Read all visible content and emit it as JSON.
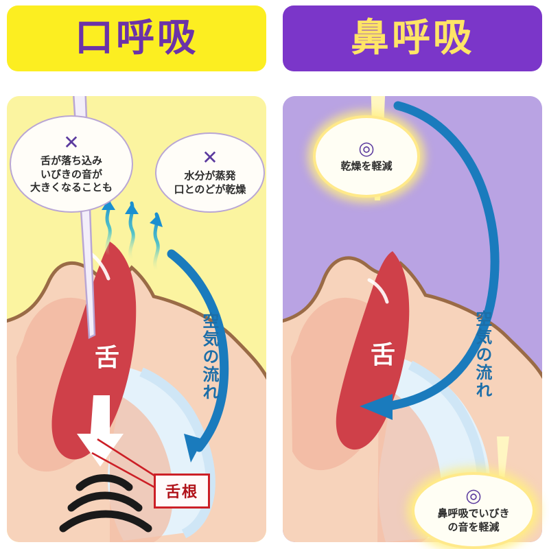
{
  "headers": {
    "left": {
      "title": "口呼吸",
      "bg": "#fcee21",
      "fg": "#6b32a8"
    },
    "right": {
      "title": "鼻呼吸",
      "bg": "#7b36c9",
      "fg": "#ffe566"
    }
  },
  "panels": {
    "left": {
      "bg": "#fbf4a0"
    },
    "right": {
      "bg": "#b9a3e3"
    }
  },
  "bubbles": [
    {
      "id": "tongue-drop",
      "mark": "✕",
      "mark_meaning": "bad",
      "text": "舌が落ち込み\nいびきの音が\n大きくなることも",
      "panel": "left"
    },
    {
      "id": "dry-mouth",
      "mark": "✕",
      "mark_meaning": "bad",
      "text": "水分が蒸発\n口とのどが乾燥",
      "panel": "left"
    },
    {
      "id": "less-dry",
      "mark": "◎",
      "mark_meaning": "good",
      "text": "乾燥を軽減",
      "panel": "right"
    },
    {
      "id": "less-snore",
      "mark": "◎",
      "mark_meaning": "good",
      "text": "鼻呼吸でいびき\nの音を軽減",
      "panel": "right"
    }
  ],
  "labels": {
    "tongue": "舌",
    "airflow": "空気の流れ",
    "tongue_base": "舌根"
  },
  "colors": {
    "purple": "#7b36c9",
    "yellow": "#fcee21",
    "tongue_red": "#cf4049",
    "airflow_blue": "#1a7bbd",
    "skin": "#f5cdb4",
    "outline_brown": "#9a6b46",
    "mucosa_pink": "#f0b7a2",
    "airway_light": "#ddeef9",
    "snore_black": "#1a1a1a",
    "callout_red": "#cc1f26",
    "evaporation_teal": "#3fb9c9"
  }
}
